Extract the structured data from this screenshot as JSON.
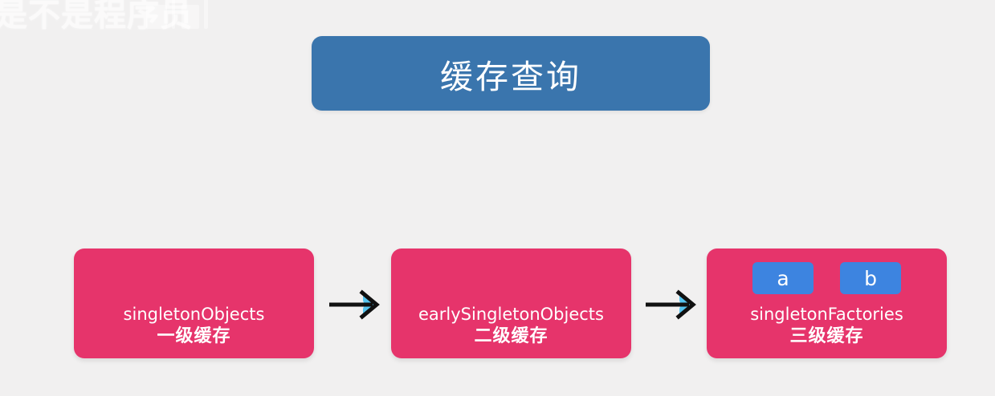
{
  "background_color": "#f1f0f0",
  "watermark": {
    "text": "是不是程序员",
    "color": "#ffffff"
  },
  "title": {
    "label": "缓存查询",
    "background_color": "#3a75ad",
    "text_color": "#ffffff"
  },
  "diagram": {
    "type": "flow",
    "direction": "left-to-right",
    "box_color": "#e6346b",
    "chip_color": "#3d84e0",
    "arrow_color": "#111111",
    "arrow_accent_color": "#56c4ef",
    "boxes": [
      {
        "name": "singletonObjects",
        "level": "一级缓存",
        "chips": []
      },
      {
        "name": "earlySingletonObjects",
        "level": "二级缓存",
        "chips": []
      },
      {
        "name": "singletonFactories",
        "level": "三级缓存",
        "chips": [
          "a",
          "b"
        ]
      }
    ],
    "arrows": [
      {
        "from": "singletonObjects",
        "to": "earlySingletonObjects",
        "glyph": "arrow-right"
      },
      {
        "from": "earlySingletonObjects",
        "to": "singletonFactories",
        "glyph": "arrow-right"
      }
    ]
  }
}
